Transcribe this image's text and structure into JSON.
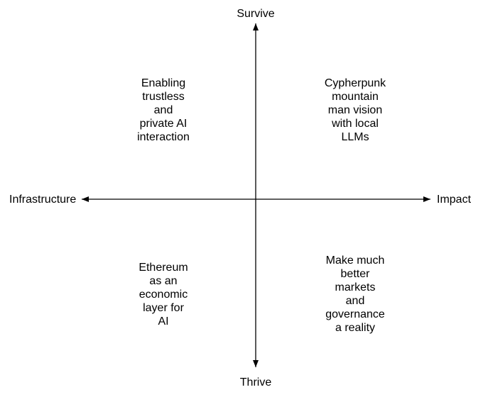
{
  "diagram": {
    "colors": {
      "background": "#ffffff",
      "axis": "#000000",
      "text": "#000000"
    },
    "axes": {
      "top": "Survive",
      "bottom": "Thrive",
      "left": "Infrastructure",
      "right": "Impact"
    },
    "quadrants": {
      "top_left": "Enabling\ntrustless\nand\nprivate AI\ninteraction",
      "top_right": "Cypherpunk\nmountain\nman vision\nwith local\nLLMs",
      "bottom_left": "Ethereum\nas an\neconomic\nlayer for\nAI",
      "bottom_right": "Make much\nbetter\nmarkets\nand\ngovernance\na reality"
    }
  }
}
